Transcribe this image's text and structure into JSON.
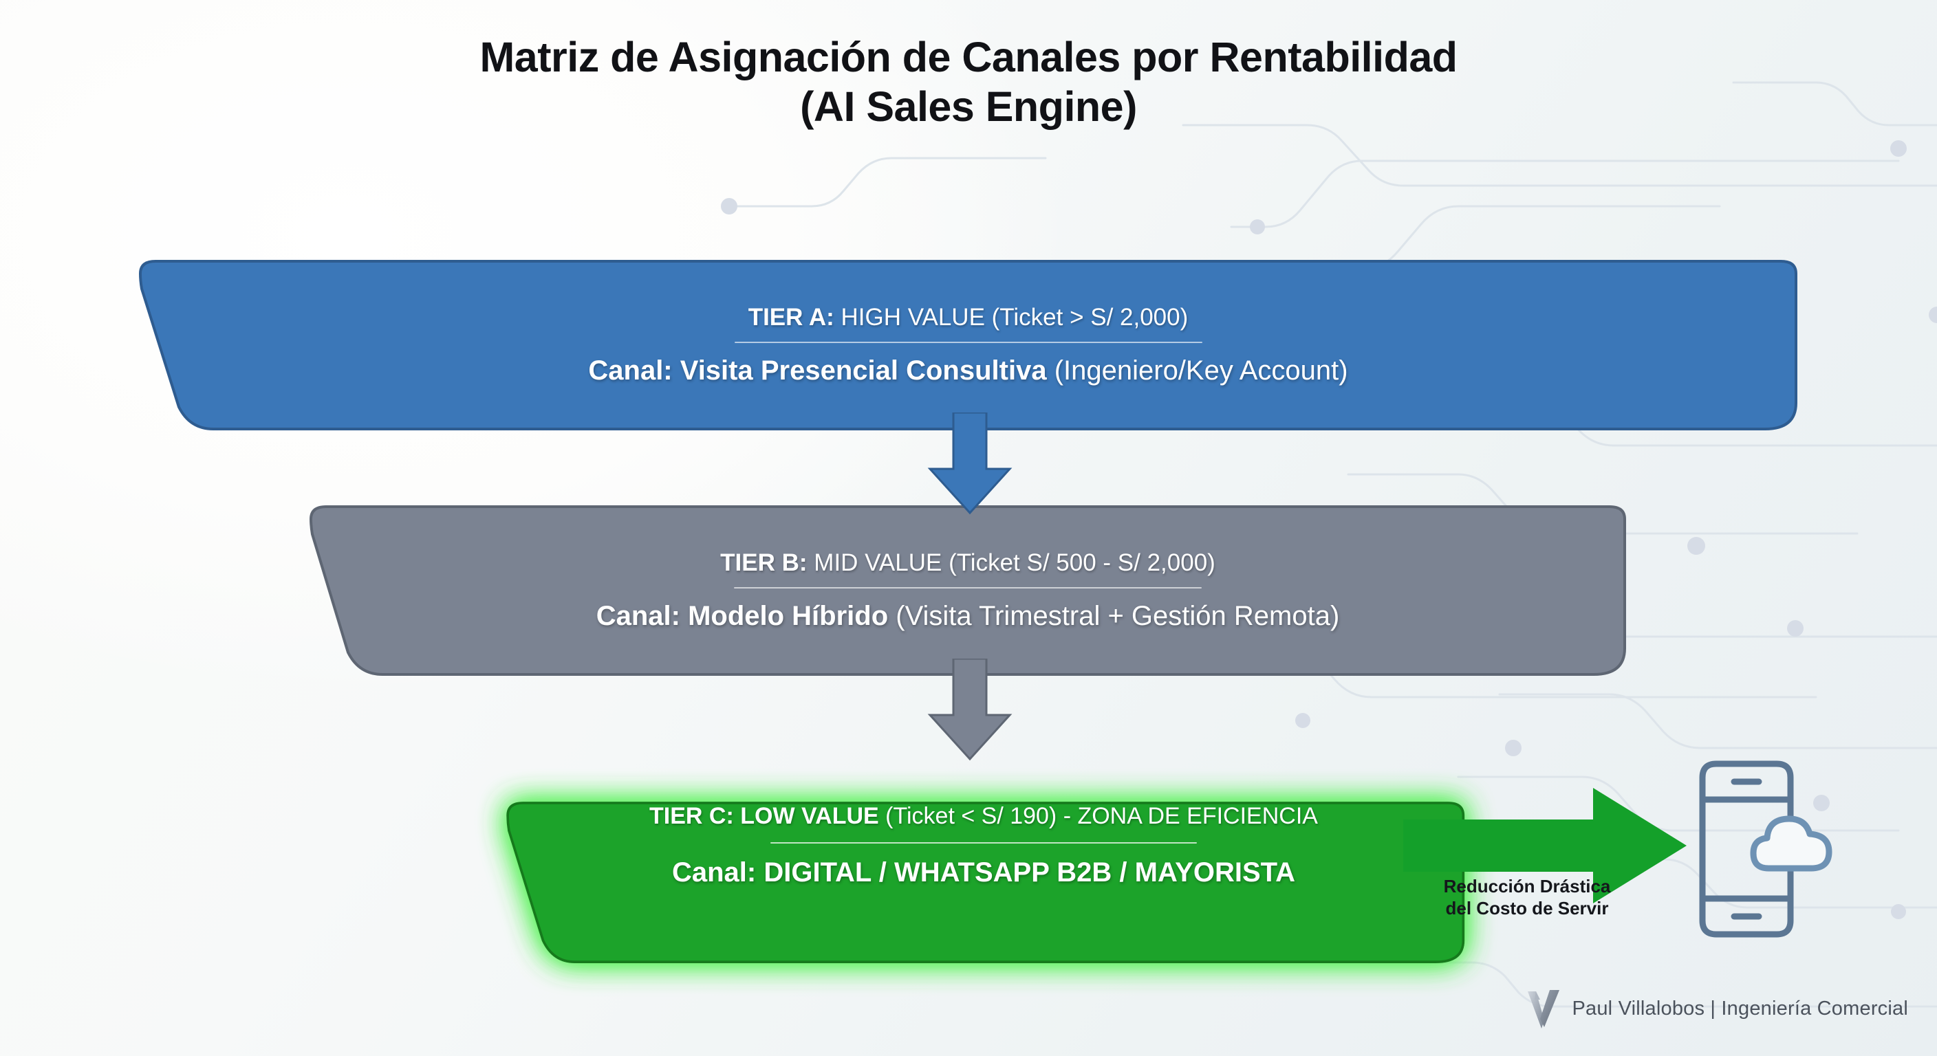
{
  "title": {
    "line1": "Matriz de Asignación de Canales por Rentabilidad",
    "line2": "(AI Sales Engine)"
  },
  "tiers": [
    {
      "id": "tier-a",
      "head_label": "TIER A:",
      "head_rest": " HIGH VALUE (Ticket > S/ 2,000)",
      "body_label": "Canal: Visita Presencial Consultiva",
      "body_rest": " (Ingeniero/Key Account)",
      "color": "#3b77b8",
      "border_color": "#2e5c90"
    },
    {
      "id": "tier-b",
      "head_label": "TIER B:",
      "head_rest": " MID VALUE (Ticket S/ 500 - S/ 2,000)",
      "body_label": "Canal: Modelo Híbrido",
      "body_rest": " (Visita Trimestral + Gestión Remota)",
      "color": "#7b8392",
      "border_color": "#5e6673"
    },
    {
      "id": "tier-c",
      "head_label": "TIER C: LOW VALUE",
      "head_rest": " (Ticket < S/ 190) - ZONA DE EFICIENCIA",
      "body_label": "Canal: DIGITAL / WHATSAPP B2B / MAYORISTA",
      "body_rest": "",
      "color": "#1ea32b",
      "border_color": "#127a1e",
      "glow_color": "#4cf24c"
    }
  ],
  "connectors": {
    "a_to_b": {
      "icon": "arrow-down-icon",
      "color": "#3b77b8"
    },
    "b_to_c": {
      "icon": "arrow-down-icon",
      "color": "#7b8392"
    },
    "c_to_digital": {
      "icon": "arrow-right-icon",
      "color": "#14a02a"
    }
  },
  "outcome": {
    "label_line1": "Reducción Drástica",
    "label_line2": "del Costo de Servir",
    "icon": "mobile-cloud-icon",
    "icon_color": "#5b7693"
  },
  "footer": {
    "logo": "v-monogram-logo",
    "brand": "Paul Villalobos | Ingeniería Comercial"
  },
  "palette": {
    "background": "#f4f7f8",
    "title_color": "#111216",
    "blue": "#3b77b8",
    "gray": "#7b8392",
    "green": "#1ea32b",
    "green_arrow": "#14a02a",
    "circuit_line": "#dfe5ea"
  }
}
